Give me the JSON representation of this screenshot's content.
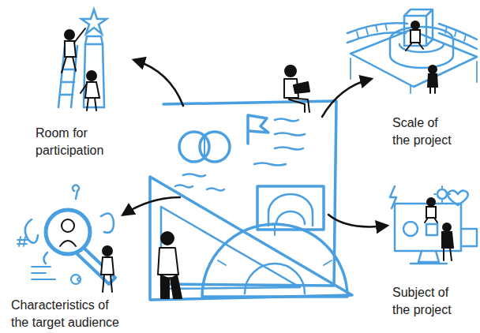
{
  "diagram": {
    "labels": [
      "Room for participation",
      "Scale of the project",
      "Characteristics of the target audience",
      "Subject of the project"
    ]
  }
}
